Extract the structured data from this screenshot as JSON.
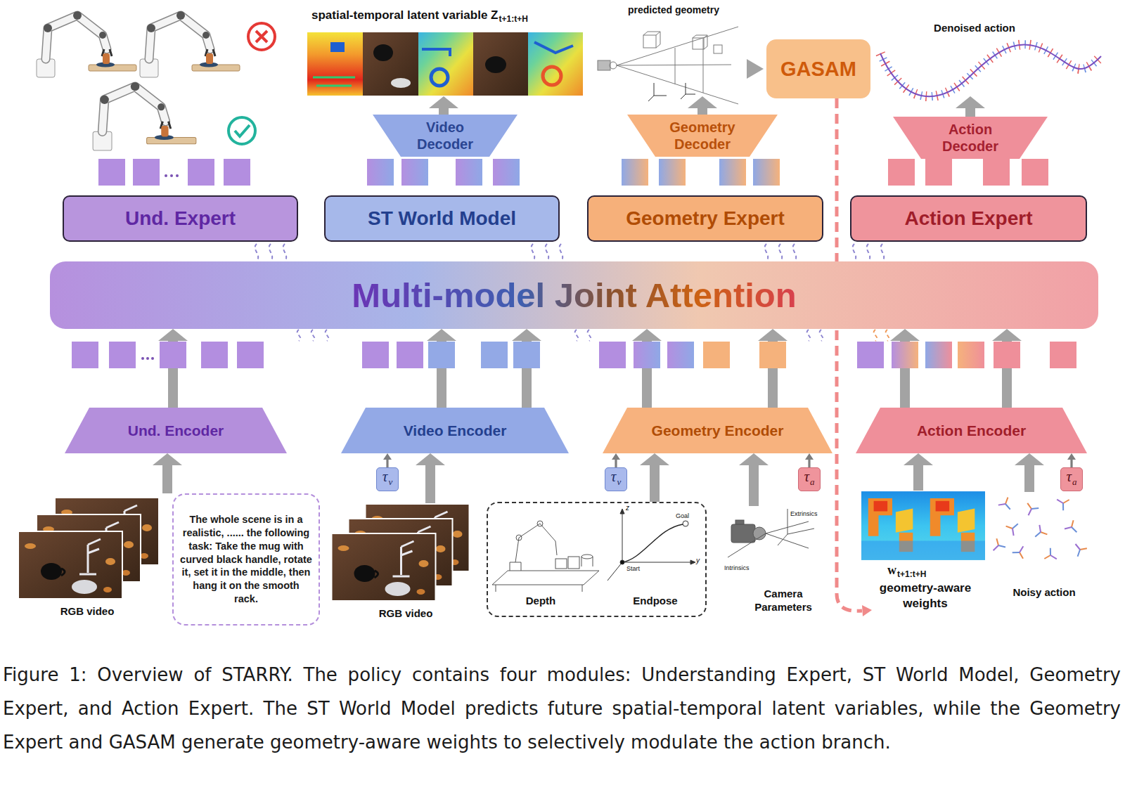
{
  "diagram": {
    "caption": "Figure 1: Overview of STARRY. The policy contains four modules: Understanding Expert, ST World Model, Geometry Expert, and Action Expert. The ST World Model predicts future spatial-temporal latent variables, while the Geometry Expert and GASAM generate geometry-aware weights to selectively modulate the action branch.",
    "nodes": [
      {
        "text": [
          "GASAM"
        ]
      },
      {
        "text": [
          "Video Decoder"
        ]
      },
      {
        "text": [
          "Geometry Decoder"
        ]
      },
      {
        "text": [
          "Action Decoder"
        ]
      },
      {
        "text": [
          "Und. Expert"
        ]
      },
      {
        "text": [
          "ST World Model"
        ]
      },
      {
        "text": [
          "Geometry Expert"
        ]
      },
      {
        "text": [
          "Action Expert"
        ]
      },
      {
        "text": [
          "Multi-model Joint Attention"
        ]
      },
      {
        "text": [
          "Und. Encoder"
        ]
      },
      {
        "text": [
          "Video Encoder"
        ]
      },
      {
        "text": [
          "Geometry Encoder"
        ]
      },
      {
        "text": [
          "Action Encoder"
        ]
      },
      {
        "text": [
          "τ",
          "v"
        ]
      },
      {
        "text": [
          "τ",
          "v"
        ]
      },
      {
        "text": [
          "τ",
          "a"
        ]
      },
      {
        "text": [
          "τ",
          "a"
        ]
      },
      {
        "text": [
          "The whole scene is in a realistic, ...... the following task: Take the mug with curved black handle, rotate it, set it in the middle, then hang it on the smooth rack."
        ]
      },
      {
        "text": [
          "Depth",
          "Endpose"
        ]
      }
    ],
    "edges": [
      {
        "from": 9,
        "to": 8,
        "arrow": "to"
      },
      {
        "from": 10,
        "to": 8,
        "arrow": "to"
      },
      {
        "from": 10,
        "to": 8,
        "arrow": "to"
      },
      {
        "from": 11,
        "to": 8,
        "arrow": "to"
      },
      {
        "from": 11,
        "to": 8,
        "arrow": "to"
      },
      {
        "from": 12,
        "to": 8,
        "arrow": "to"
      },
      {
        "from": 12,
        "to": 8,
        "arrow": "to"
      },
      {
        "from": 13,
        "to": 10,
        "arrow": "to"
      },
      {
        "from": 14,
        "to": 11,
        "arrow": "to"
      },
      {
        "from": 15,
        "to": 11,
        "arrow": "to"
      },
      {
        "from": 16,
        "to": 12,
        "arrow": "to"
      },
      {
        "from": 18,
        "to": 11,
        "arrow": "to"
      }
    ],
    "labels": [
      "spatial-temporal latent variable Z",
      "t+1:t+H",
      "predicted geometry",
      "Denoised action",
      "RGB video",
      "RGB video",
      "Start",
      "Goal",
      "z",
      "y",
      "Extrinsics",
      "Intrinsics",
      "Camera Parameters",
      "w",
      "t+1:t+H",
      "geometry-aware weights",
      "Noisy action"
    ]
  }
}
